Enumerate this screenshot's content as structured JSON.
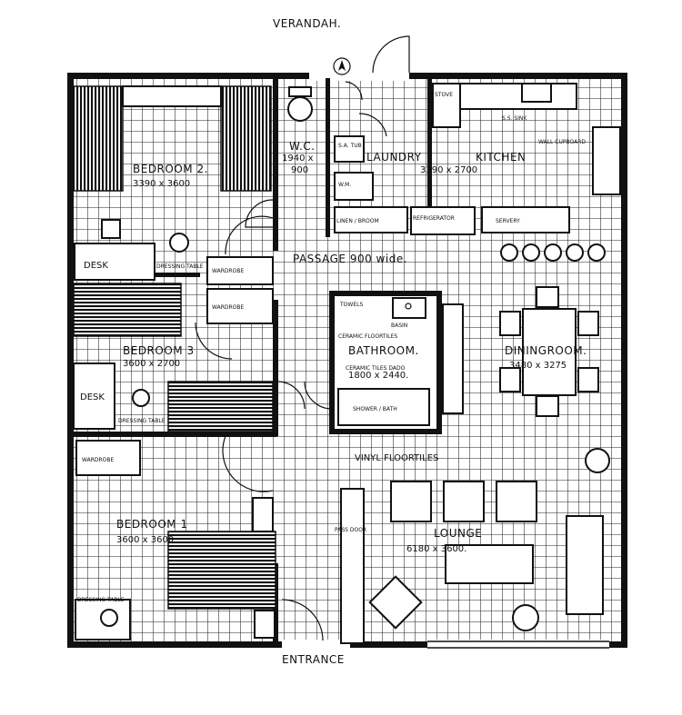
{
  "labels": {
    "verandah": "VERANDAH.",
    "entrance": "ENTRANCE",
    "passage": "PASSAGE 900 wide.",
    "vinyl": "VINYL FLOORTILES",
    "ceramic_floortiles": "CERAMIC FLOORTILES",
    "ceramic_tiles_dado": "CERAMIC TILES DADO",
    "pass_door": "PASS DOOR"
  },
  "rooms": {
    "bedroom2": {
      "name": "BEDROOM 2.",
      "dims": "3390 x 3600"
    },
    "bedroom3": {
      "name": "BEDROOM 3",
      "dims": "3600 x 2700"
    },
    "bedroom1": {
      "name": "BEDROOM 1",
      "dims": "3600 x 3600"
    },
    "wc": {
      "name": "W.C.",
      "dims_a": "1940 x",
      "dims_b": "900"
    },
    "laundry": {
      "name": "LAUNDRY"
    },
    "kitchen": {
      "name": "KITCHEN",
      "dims": "3390 x 2700"
    },
    "bathroom": {
      "name": "BATHROOM.",
      "dims": "1800 x 2440."
    },
    "dining": {
      "name": "DININGROOM.",
      "dims": "3480 x 3275"
    },
    "lounge": {
      "name": "LOUNGE",
      "dims": "6180 x 3600."
    }
  },
  "fixtures": {
    "wardrobe": "WARDROBE",
    "desk": "DESK",
    "dressing_table": "DRESSING TABLE",
    "towels": "TOWELS",
    "basin": "BASIN",
    "shower_bath": "SHOWER / BATH",
    "linen_broom": "LINEN / BROOM",
    "refrigerator": "REFRIGERATOR",
    "servery": "SERVERY",
    "stove": "STOVE",
    "wall_cupboard": "WALL CUPBOARD",
    "sink": "S.S. SINK",
    "sa_tub": "S.A. TUB",
    "wm": "W.M."
  }
}
